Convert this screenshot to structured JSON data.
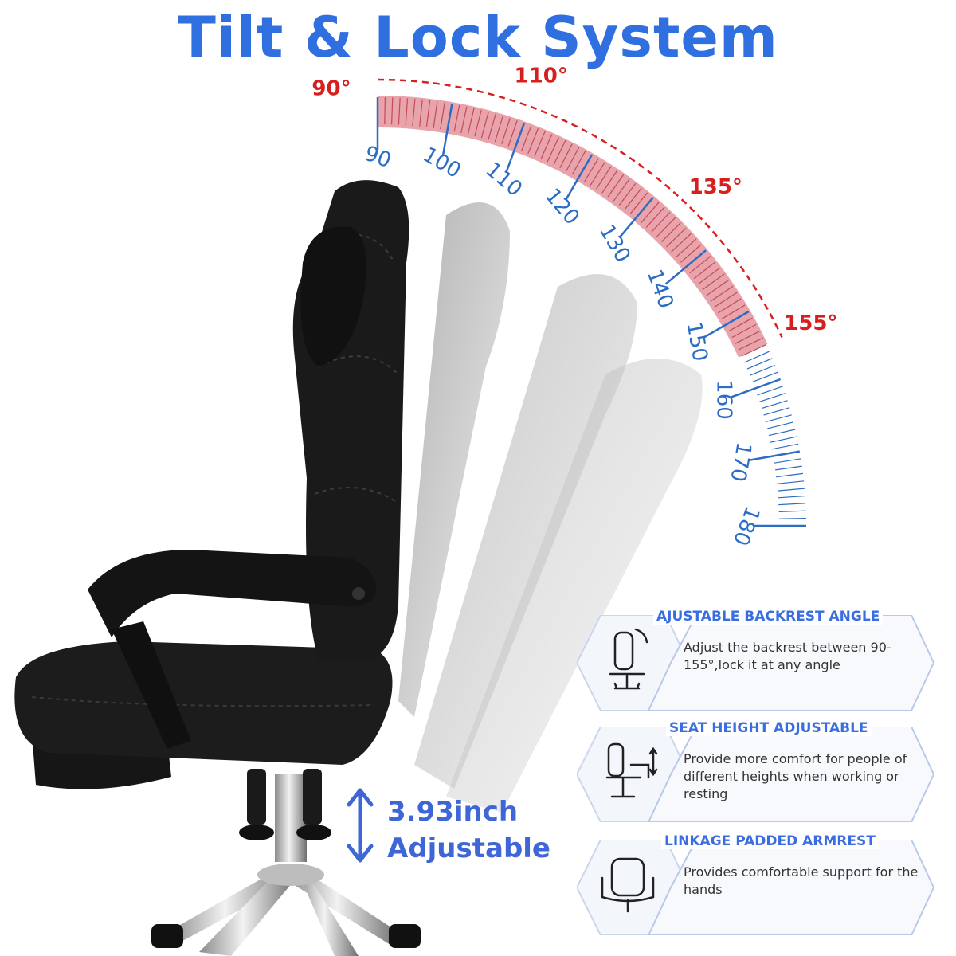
{
  "headline": "Tilt & Lock System",
  "colors": {
    "headline": "#2f6fe0",
    "accent_red": "#d62020",
    "scale_fill": "#e8a3ab",
    "scale_blue": "#2b6cc4",
    "chair": "#1b1b1b"
  },
  "angle_callouts": [
    "90°",
    "110°",
    "135°",
    "155°"
  ],
  "scale_ticks": [
    "90",
    "100",
    "110",
    "120",
    "130",
    "140",
    "150",
    "160",
    "170",
    "180"
  ],
  "height": {
    "value": "3.93inch",
    "label": "Adjustable"
  },
  "features": [
    {
      "title": "AJUSTABLE BACKREST ANGLE",
      "description": "Adjust the backrest between 90-155°,lock it at any angle",
      "icon": "reclining-chair-icon"
    },
    {
      "title": "SEAT HEIGHT ADJUSTABLE",
      "description": "Provide more comfort for people of different heights when working or resting",
      "icon": "height-chair-icon"
    },
    {
      "title": "LINKAGE PADDED ARMREST",
      "description": "Provides comfortable support for the hands",
      "icon": "armrest-chair-icon"
    }
  ]
}
